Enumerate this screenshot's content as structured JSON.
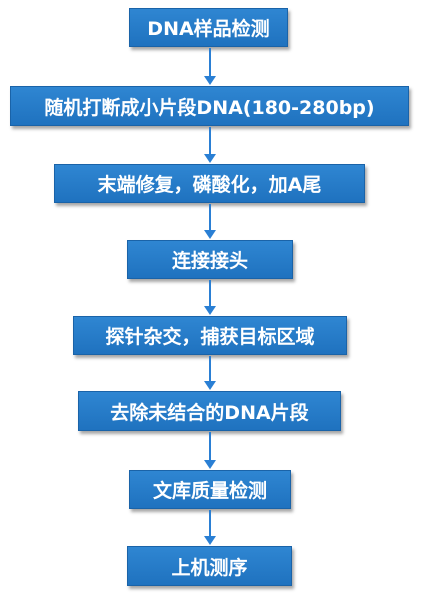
{
  "flowchart": {
    "steps": [
      "DNA样品检测",
      "随机打断成小片段DNA(180-280bp)",
      "末端修复，磷酸化，加A尾",
      "连接接头",
      "探针杂交，捕获目标区域",
      "去除未结合的DNA片段",
      "文库质量检测",
      "上机测序"
    ],
    "colors": {
      "box": "#2478c6",
      "border": "#1a63a8",
      "text": "#ffffff",
      "arrow": "#2a7fd4"
    }
  }
}
